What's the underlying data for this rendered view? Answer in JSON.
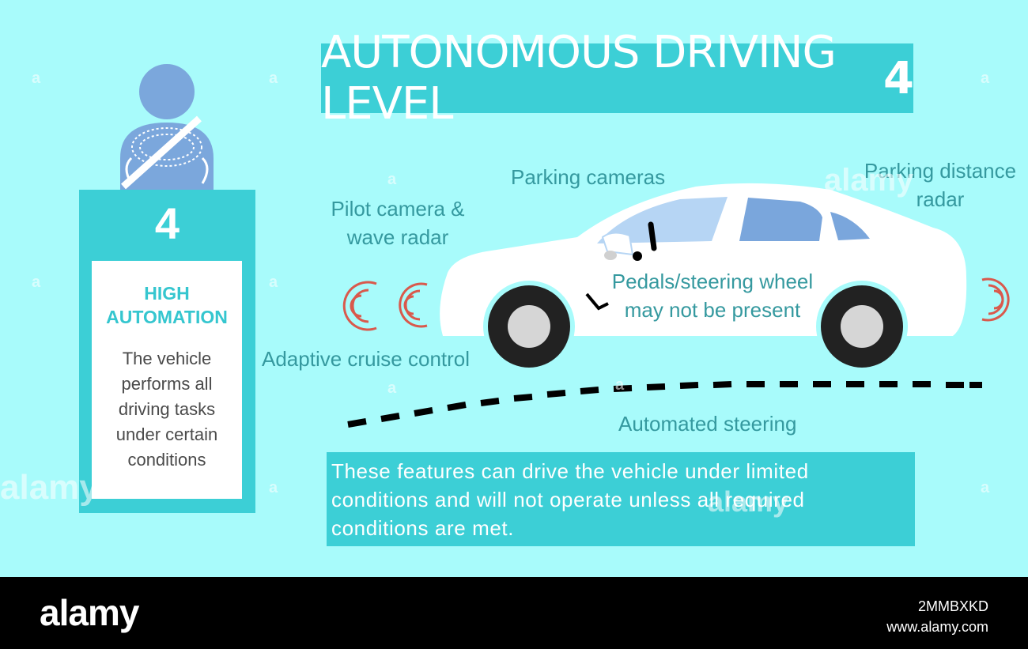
{
  "title": {
    "text": "AUTONOMOUS DRIVING LEVEL",
    "level": "4"
  },
  "level_panel": {
    "number": "4",
    "heading_line1": "HIGH",
    "heading_line2": "AUTOMATION",
    "desc_lines": [
      "The vehicle",
      "performs all",
      "driving tasks",
      "under certain",
      "conditions"
    ]
  },
  "labels": {
    "parking_cameras": "Parking cameras",
    "parking_distance_line1": "Parking distance",
    "parking_distance_line2": "radar",
    "pilot_camera_line1": "Pilot camera &",
    "pilot_camera_line2": "wave radar",
    "pedals_line1": "Pedals/steering wheel",
    "pedals_line2": "may not be present",
    "adaptive_cruise": "Adaptive cruise control",
    "automated_steering": "Automated steering"
  },
  "note": {
    "lines": [
      "These features can drive the vehicle under limited",
      "conditions and will not operate unless all required",
      "conditions are met."
    ]
  },
  "watermark": {
    "text": "alamy",
    "small": "a"
  },
  "footer": {
    "logo": "alamy",
    "image_id": "2MMBXKD",
    "url": "www.alamy.com"
  },
  "colors": {
    "background": "#a8fbfb",
    "accent": "#3ccfd6",
    "label_text": "#35999f",
    "radar": "#d9594c",
    "person": "#7ba7dc"
  }
}
